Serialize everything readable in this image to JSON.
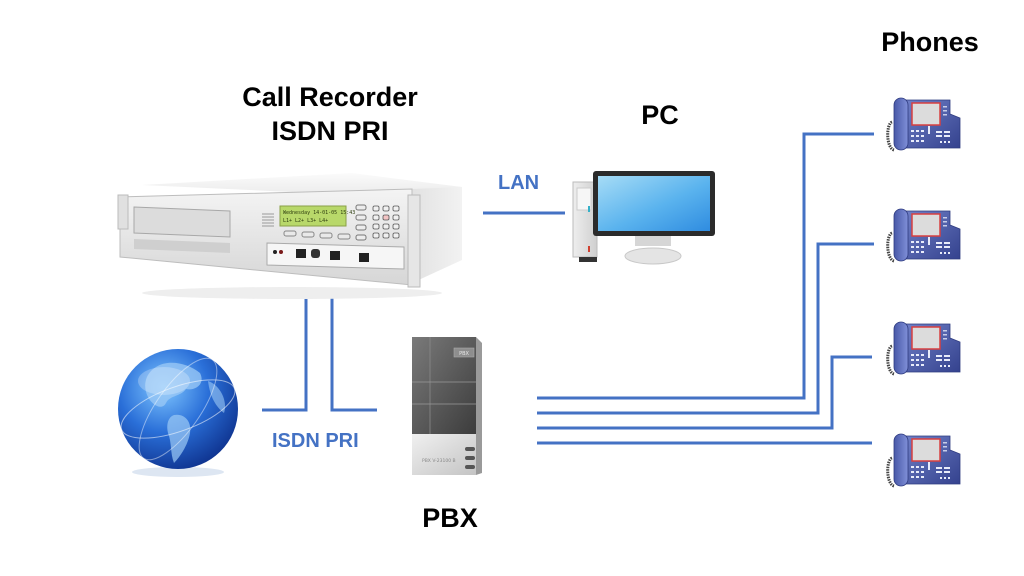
{
  "diagram": {
    "nodes": {
      "recorder": {
        "title_line1": "Call Recorder",
        "title_line2": "ISDN PRI",
        "lcd_line1": "Wednesday  14-01-05  15:43",
        "lcd_line2": "L1+   L2+   L3+   L4+"
      },
      "pc": {
        "title": "PC"
      },
      "pbx": {
        "title": "PBX",
        "badge": "PBX",
        "model": "PBX V-23100 B"
      },
      "phones": {
        "title": "Phones",
        "count": 4
      },
      "network": {
        "icon": "globe-icon"
      }
    },
    "links": {
      "lan": {
        "label": "LAN",
        "from": "recorder",
        "to": "pc"
      },
      "isdn": {
        "label": "ISDN PRI",
        "from": "network",
        "to": "pbx",
        "via": "recorder"
      },
      "extensions": {
        "from": "pbx",
        "to": "phones",
        "lines": 4
      }
    },
    "colors": {
      "wire": "#4472C4",
      "link_label": "#4472C4",
      "title": "#000000"
    }
  }
}
